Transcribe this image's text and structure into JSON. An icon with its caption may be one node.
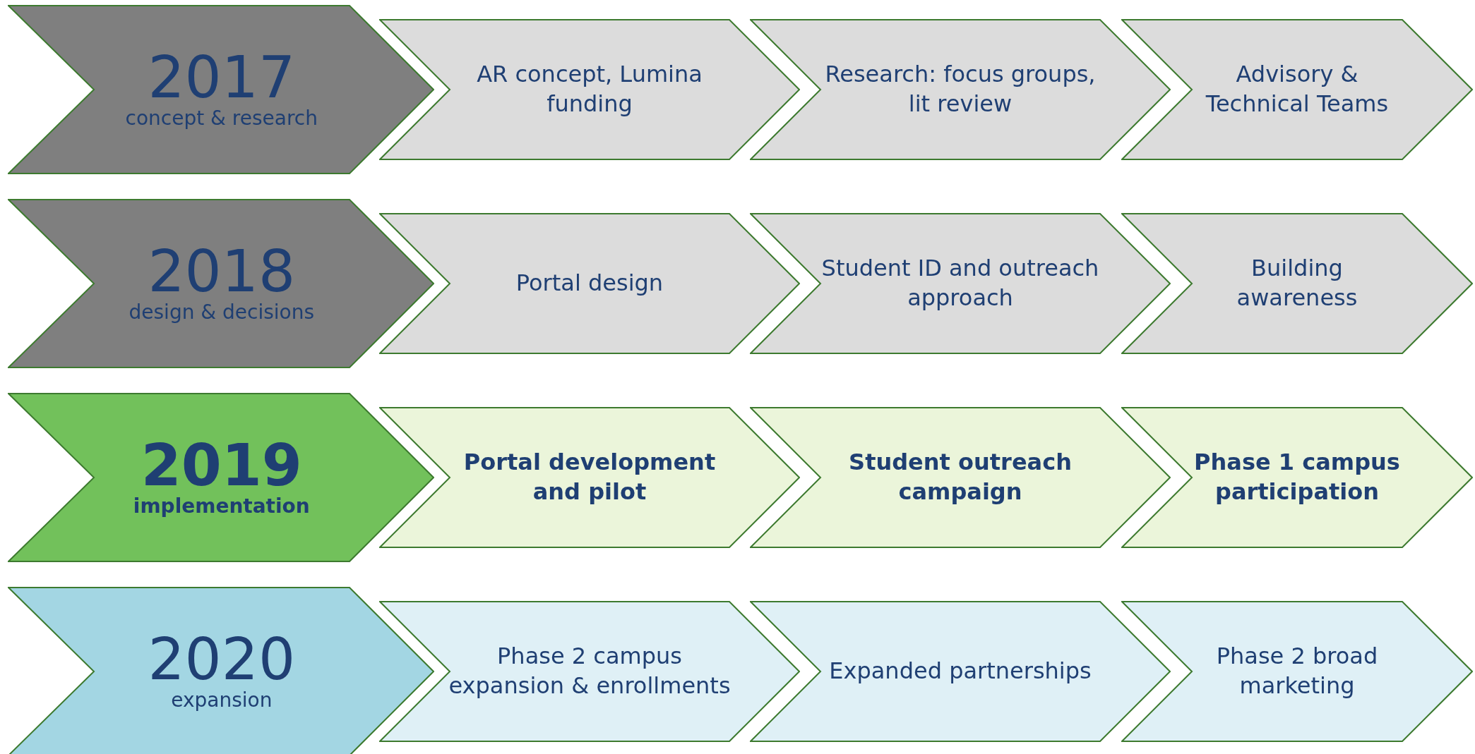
{
  "diagram": {
    "nodes": [
      {
        "text": [
          "2017",
          "concept & research"
        ]
      },
      {
        "text": [
          "AR concept,  Lumina funding"
        ]
      },
      {
        "text": [
          "Research: focus groups, lit review"
        ]
      },
      {
        "text": [
          "Advisory & Technical Teams"
        ]
      },
      {
        "text": [
          "2018",
          "design & decisions"
        ]
      },
      {
        "text": [
          "Portal design"
        ]
      },
      {
        "text": [
          "Student ID and outreach approach"
        ]
      },
      {
        "text": [
          "Building awareness"
        ]
      },
      {
        "text": [
          "2019",
          "implementation"
        ]
      },
      {
        "text": [
          "Portal development and pilot"
        ]
      },
      {
        "text": [
          "Student outreach campaign"
        ]
      },
      {
        "text": [
          "Phase 1 campus participation"
        ]
      },
      {
        "text": [
          "2020",
          "expansion"
        ]
      },
      {
        "text": [
          "Phase 2 campus expansion & enrollments"
        ]
      },
      {
        "text": [
          "Expanded partnerships"
        ]
      },
      {
        "text": [
          "Phase 2 broad marketing"
        ]
      }
    ]
  }
}
